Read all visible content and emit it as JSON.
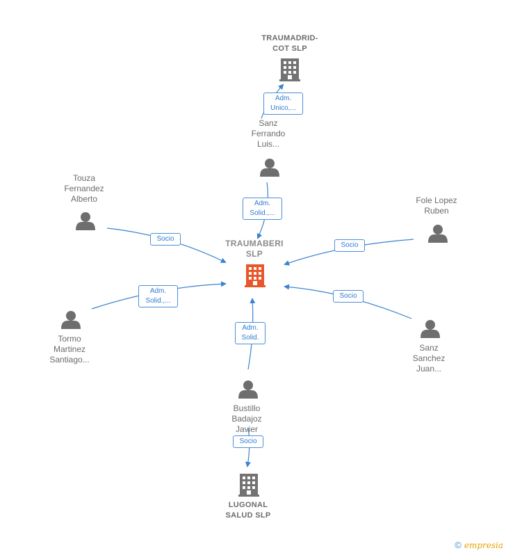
{
  "center": {
    "name": "TRAUMABERI\nSLP"
  },
  "companies": {
    "traumadrid": "TRAUMADRID-\nCOT  SLP",
    "lugonal": "LUGONAL\nSALUD  SLP"
  },
  "people": {
    "sanz_ferrando": "Sanz\nFerrando\nLuis...",
    "touza": "Touza\nFernandez\nAlberto",
    "fole": "Fole Lopez\nRuben",
    "tormo": "Tormo\nMartinez\nSantiago...",
    "sanz_sanchez": "Sanz\nSanchez\nJuan...",
    "bustillo": "Bustillo\nBadajoz\nJavier"
  },
  "edges": {
    "adm_unico": "Adm.\nUnico,...",
    "adm_solid_1": "Adm.\nSolid.,...",
    "socio_touza": "Socio",
    "socio_fole": "Socio",
    "adm_solid_tormo": "Adm.\nSolid.,...",
    "socio_sanz_sanchez": "Socio",
    "adm_solid_bustillo": "Adm.\nSolid.",
    "socio_lugonal": "Socio"
  },
  "footer": {
    "copyright": "©",
    "brand": "mpresia",
    "brand_initial": "e"
  },
  "colors": {
    "edge": "#3b82d1",
    "center_icon": "#e8562a",
    "company_icon": "#737373",
    "person_icon": "#6e6e6e"
  }
}
